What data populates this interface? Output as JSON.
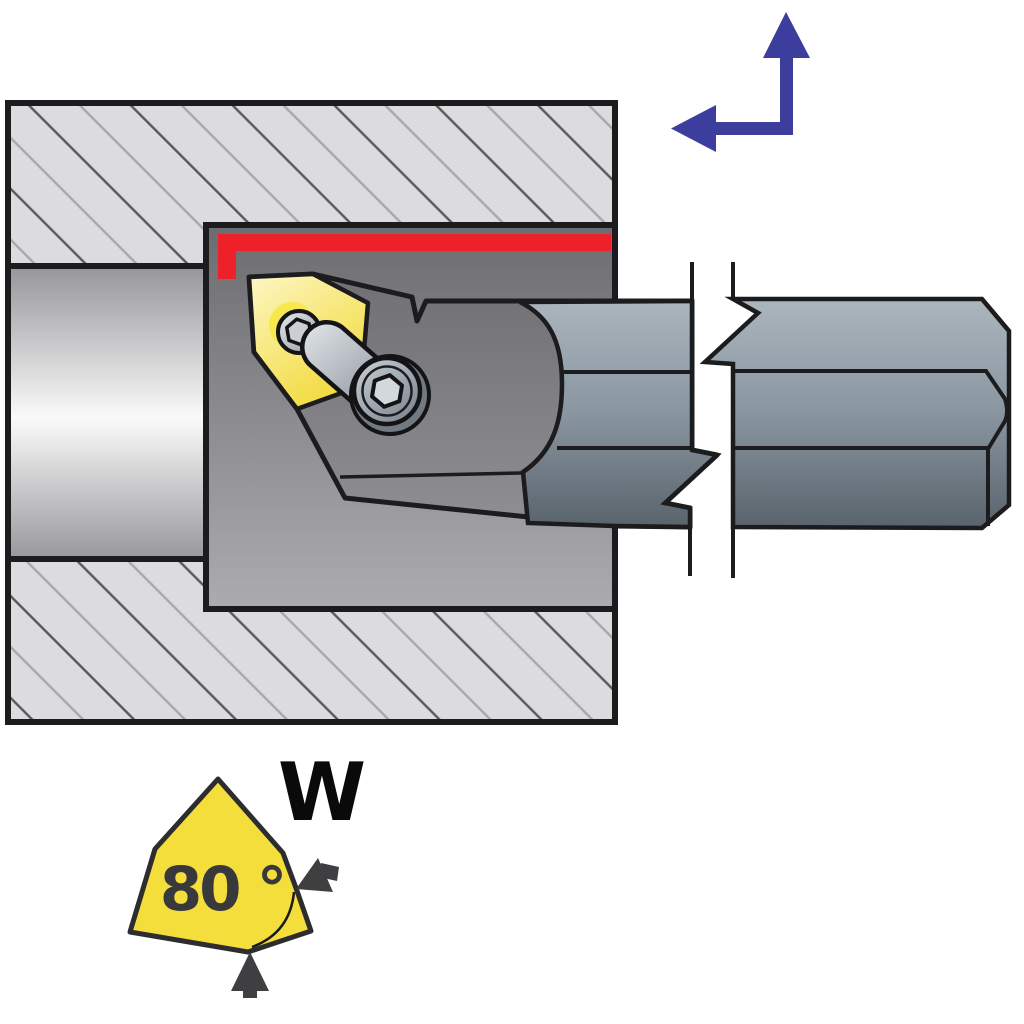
{
  "symbol_panel": {
    "insert_type_label": "W",
    "nose_angle_label": "80 °"
  },
  "colors": {
    "machined_surface_red": "#ee2029",
    "feed_arrow_blue": "#3d3d9e",
    "insert_symbol_yellow": "#f4de3b",
    "angle_arrow_gray": "#3f3f41",
    "outline_black": "#1c1c1e",
    "hatch_background": "#dcdcde",
    "hatch_line_dark": "#58585a",
    "hatch_line_light": "#a8a8aa",
    "angle_text_gray": "#39393b"
  },
  "icons": {
    "feed_direction": "feed-direction-arrow-icon",
    "angle_pointers": "angle-pointer-arrow-icon",
    "break_symbol": "shank-break-icon"
  },
  "parts": {
    "workpiece": "workpiece-cross-section",
    "bore": "pre-machined-bore",
    "counterbore": "machined-counterbore",
    "machined_surface": "machined-surface-highlight",
    "tool": "boring-bar-with-trigon-insert",
    "insert": "trigon-insert",
    "clamp": "top-clamp-with-screws"
  }
}
